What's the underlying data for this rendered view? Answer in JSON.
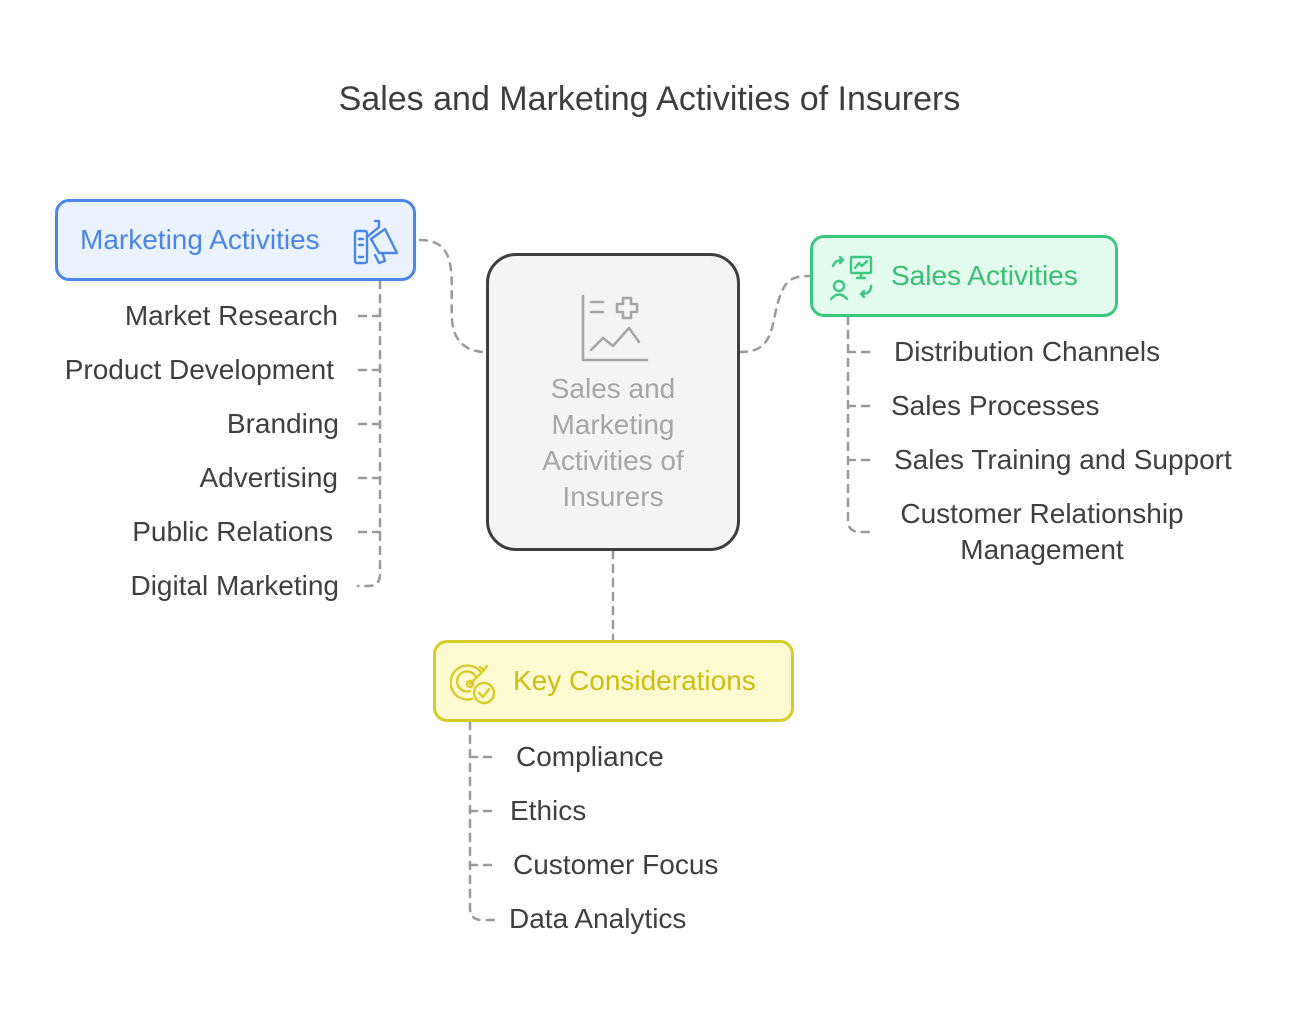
{
  "title": "Sales and Marketing Activities of Insurers",
  "center": {
    "lines": [
      "Sales and",
      "Marketing",
      "Activities of",
      "Insurers"
    ],
    "icon": "chart-plus-icon"
  },
  "marketing": {
    "label": "Marketing Activities",
    "icon": "marketing-megaphone-icon",
    "color": "#4a86e8",
    "items": [
      "Market Research",
      "Product Development",
      "Branding",
      "Advertising",
      "Public Relations",
      "Digital Marketing"
    ]
  },
  "sales": {
    "label": "Sales Activities",
    "icon": "sales-presentation-icon",
    "color": "#3cc77f",
    "items": [
      "Distribution Channels",
      "Sales Processes",
      "Sales Training and Support",
      "Customer Relationship",
      "Management"
    ]
  },
  "key": {
    "label": "Key Considerations",
    "icon": "target-check-icon",
    "color": "#d7cd2a",
    "items": [
      "Compliance",
      "Ethics",
      "Customer Focus",
      "Data Analytics"
    ]
  }
}
